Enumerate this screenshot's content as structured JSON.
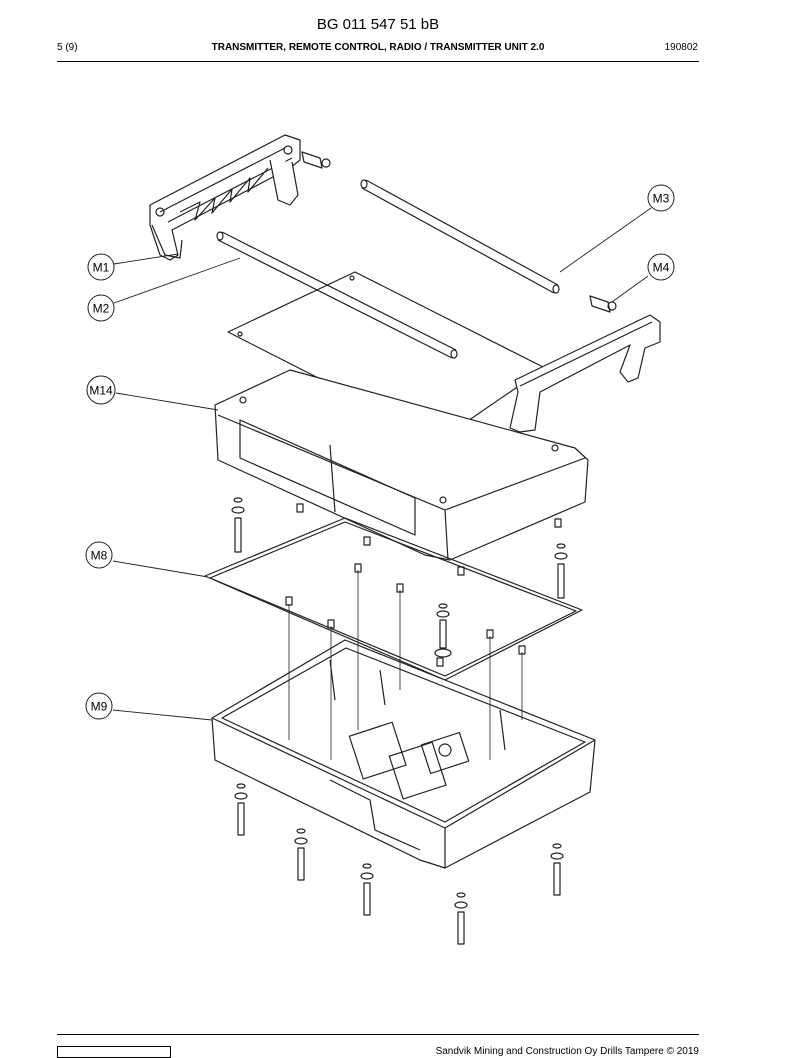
{
  "header": {
    "doc_number": "BG 011 547 51 bB",
    "page": "5 (9)",
    "title": "TRANSMITTER, REMOTE CONTROL, RADIO / TRANSMITTER UNIT 2.0",
    "date": "190802"
  },
  "callouts": [
    "M1",
    "M2",
    "M3",
    "M4",
    "M14",
    "M8",
    "M9"
  ],
  "footer": {
    "copyright": "Sandvik Mining and Construction Oy Drills Tampere © 2019"
  }
}
